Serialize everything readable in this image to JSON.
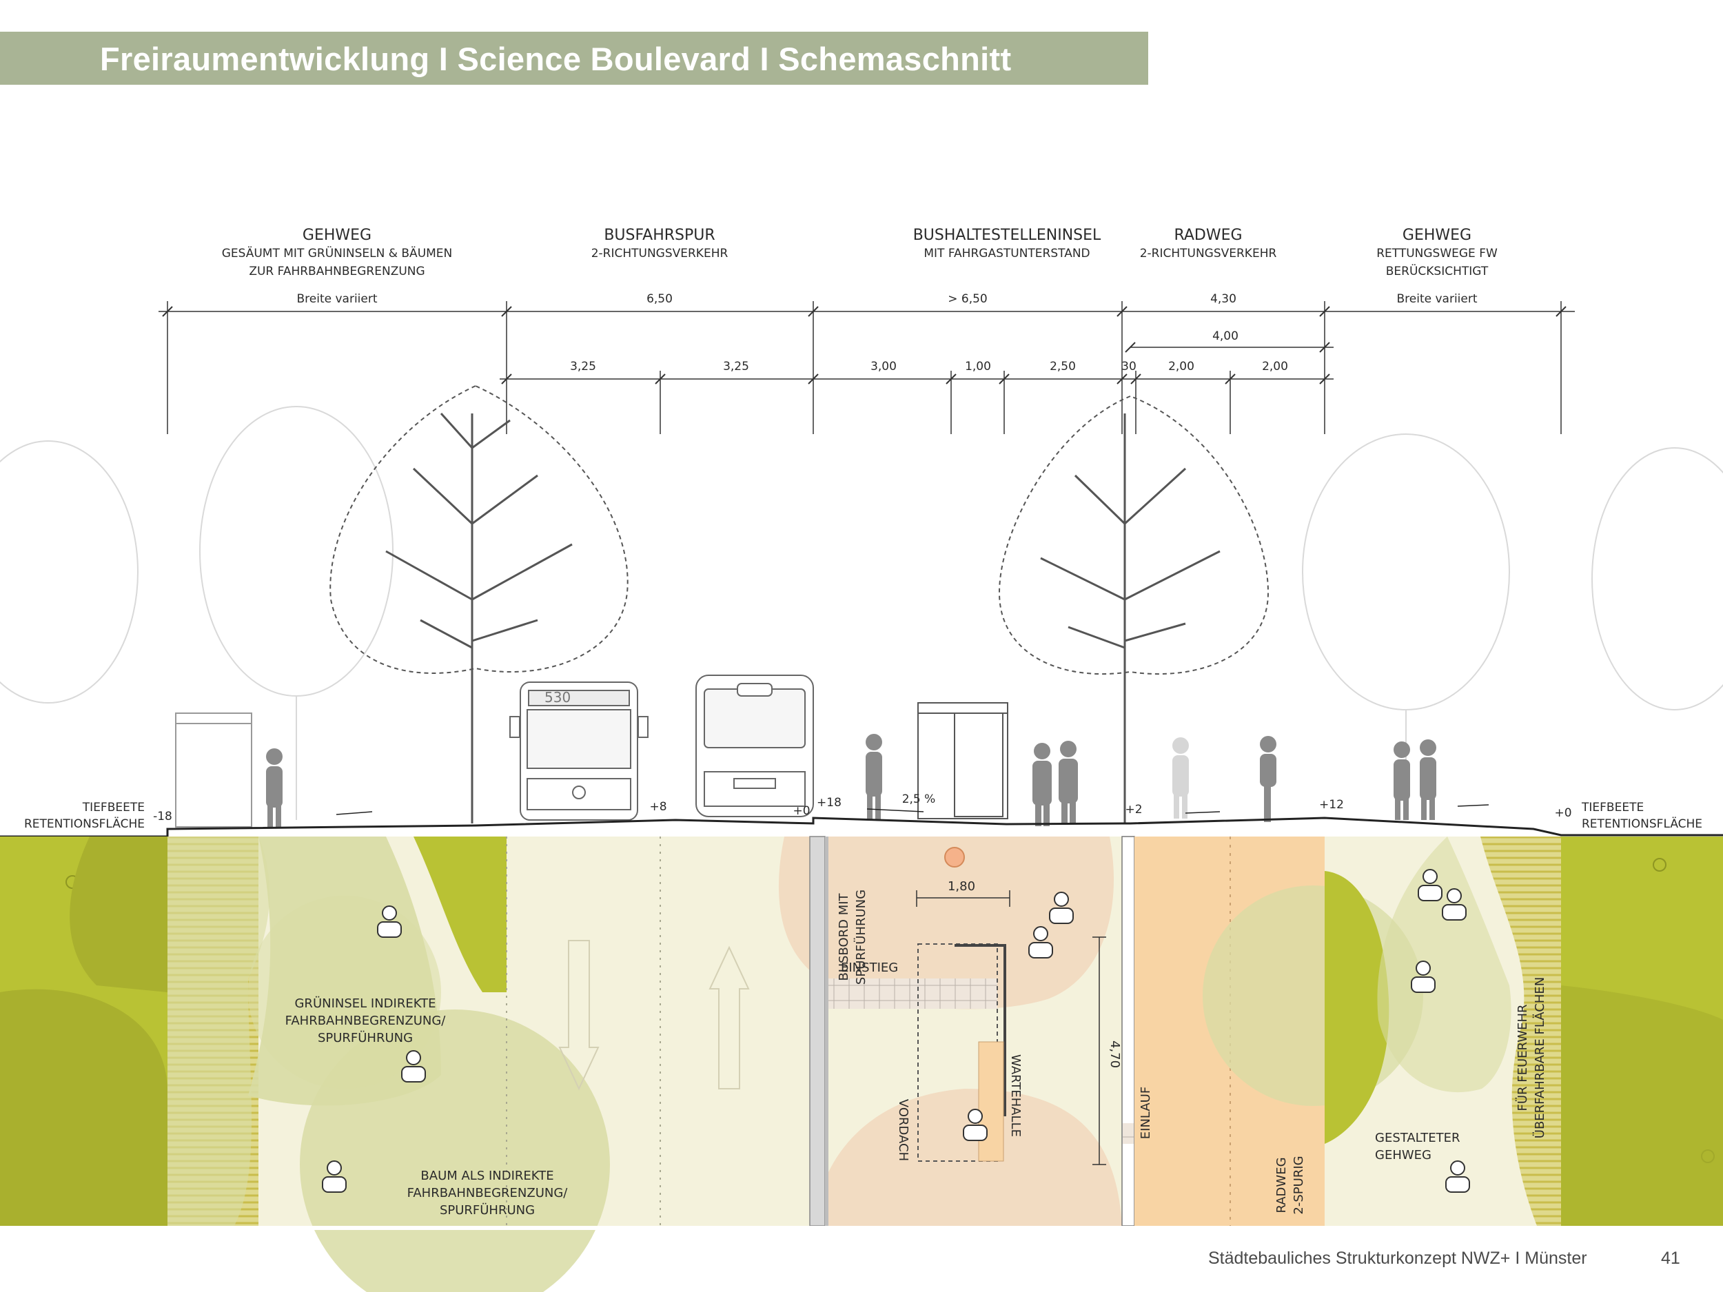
{
  "title": "Freiraumentwicklung  I Science Boulevard  I  Schemaschnitt",
  "sections": [
    {
      "label": "GEHWEG",
      "sub": [
        "GESÄUMT MIT GRÜNINSELN & BÄUMEN",
        "ZUR FAHRBAHNBEGRENZUNG"
      ],
      "width": "Breite variiert"
    },
    {
      "label": "BUSFAHRSPUR",
      "sub": [
        "2-RICHTUNGSVERKEHR"
      ],
      "width": "6,50"
    },
    {
      "label": "BUSHALTESTELLENINSEL",
      "sub": [
        "MIT FAHRGASTUNTERSTAND"
      ],
      "width": "> 6,50"
    },
    {
      "label": "RADWEG",
      "sub": [
        "2-RICHTUNGSVERKEHR"
      ],
      "width": "4,30"
    },
    {
      "label": "GEHWEG",
      "sub": [
        "RETTUNGSWEGE FW",
        "BERÜCKSICHTIGT"
      ],
      "width": "Breite variiert"
    }
  ],
  "sub_dimensions": [
    "3,25",
    "3,25",
    "3,00",
    "1,00",
    "2,50",
    "30",
    "2,00",
    "2,00"
  ],
  "radweg_inner": "4,00",
  "bus_number": "530",
  "slope": "2,5 %",
  "edge_labels": {
    "left": [
      "TIEFBEETE",
      "RETENTIONSFLÄCHE"
    ],
    "right": [
      "TIEFBEETE",
      "RETENTIONSFLÄCHE"
    ]
  },
  "height_marks": [
    "-18",
    "+8",
    "+0",
    "+18",
    "+2",
    "+12",
    "+0"
  ],
  "plan_labels": {
    "gruninsel": [
      "GRÜNINSEL INDIREKTE",
      "FAHRBAHNBEGRENZUNG/",
      "SPURFÜHRUNG"
    ],
    "baum": [
      "BAUM ALS INDIREKTE",
      "FAHRBAHNBEGRENZUNG/",
      "SPURFÜHRUNG"
    ],
    "busbord": [
      "BUSBORD MIT",
      "SPURFÜHRUNG"
    ],
    "einstieg": "EINSTIEG",
    "dim_180": "1,80",
    "dim_470": "4,70",
    "vordach": "VORDACH",
    "wartehalle": "WARTEHALLE",
    "einlauf": "EINLAUF",
    "radweg2": [
      "RADWEG",
      "2-SPURIG"
    ],
    "gestalteter": [
      "GESTALTETER",
      "GEHWEG"
    ],
    "feuerwehr": [
      "FÜR FEUERWEHR",
      "ÜBERFAHRBARE FLÄCHEN"
    ]
  },
  "colors": {
    "title_bar": "#a9b495",
    "lime": "#b9c234",
    "light_green": "#d8dca4",
    "cream": "#f4f2dc",
    "tan": "#f2dcc2",
    "orange": "#f8d4a4"
  },
  "footer": "Städtebauliches Strukturkonzept NWZ+ I Münster",
  "page_number": "41"
}
